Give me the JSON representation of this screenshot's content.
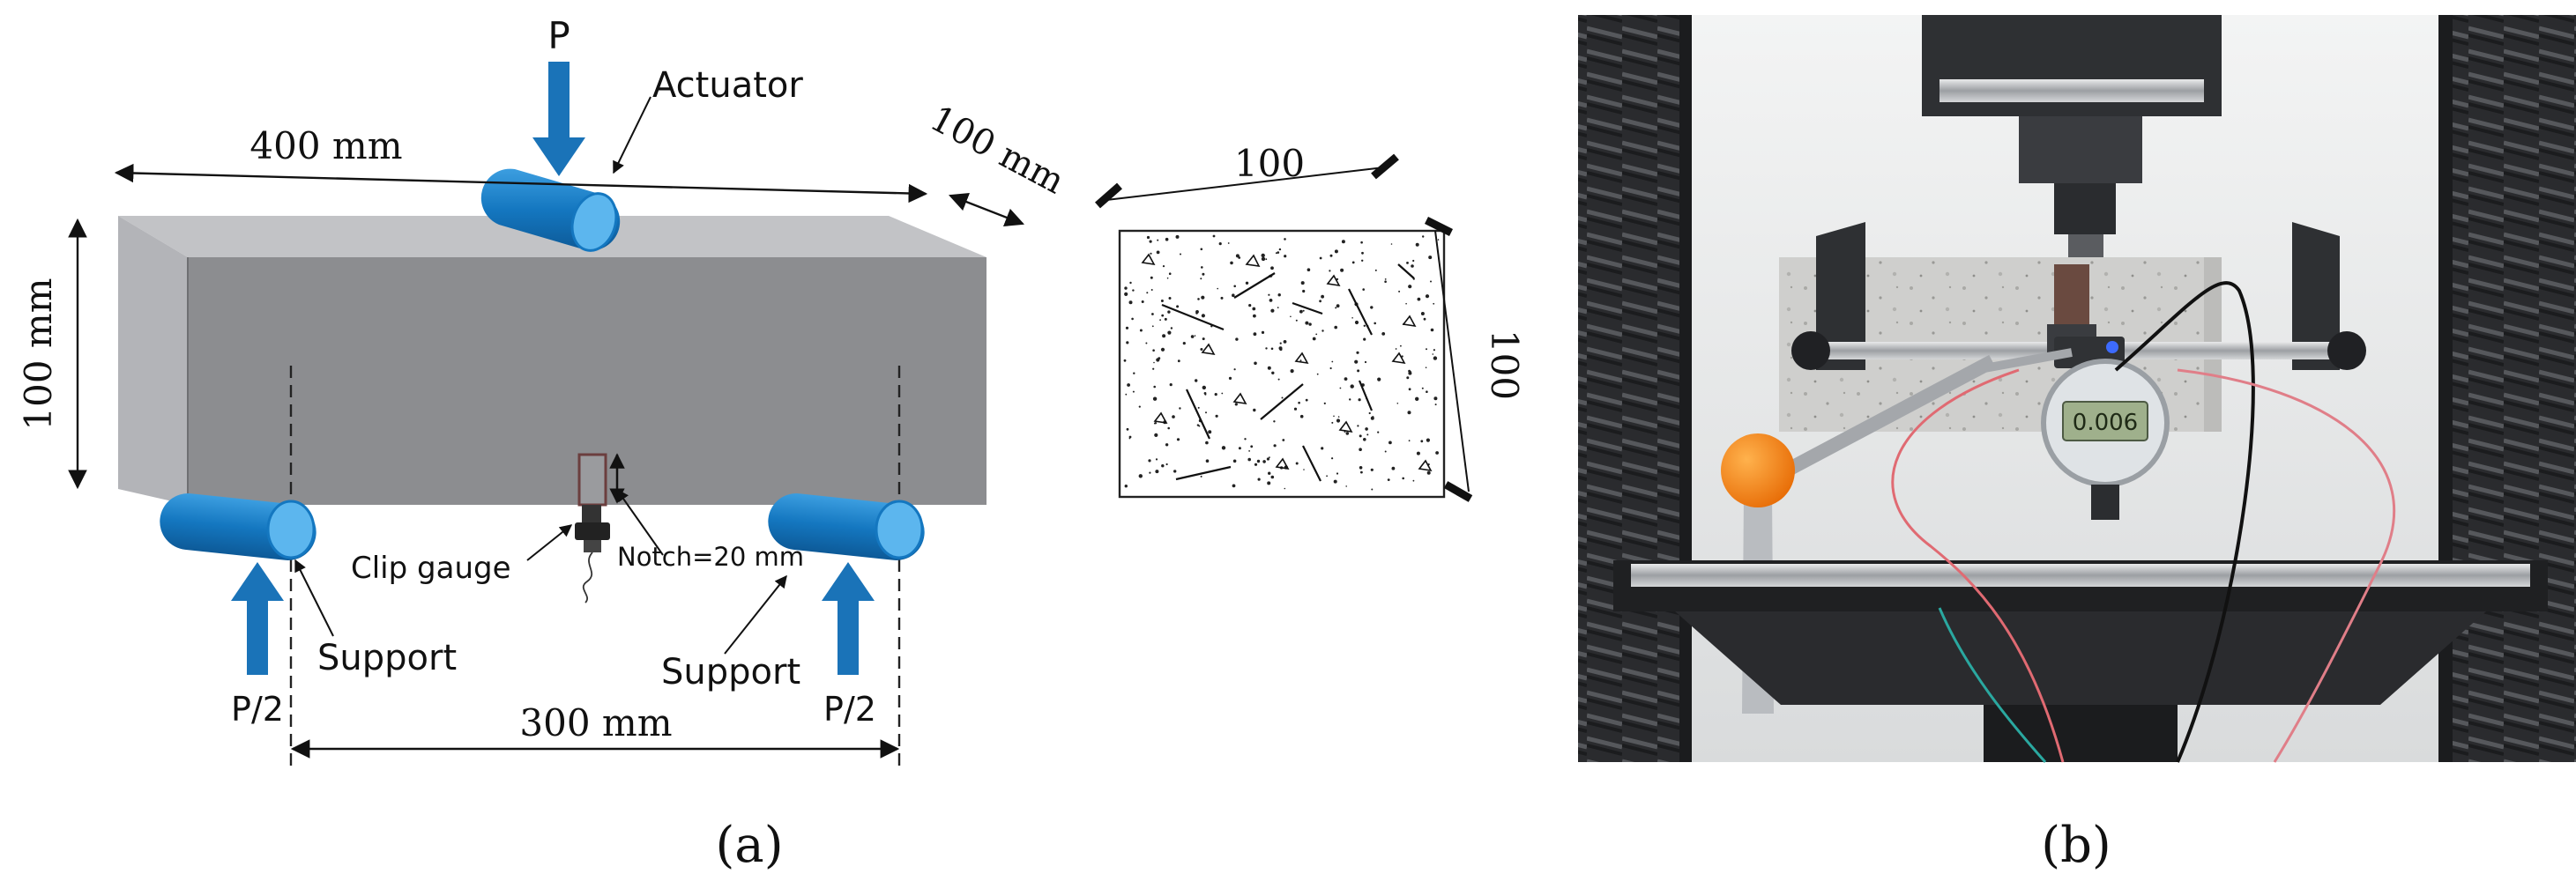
{
  "panel_a": {
    "labels": {
      "load": "P",
      "actuator": "Actuator",
      "length": "400 mm",
      "width": "100 mm",
      "height": "100 mm",
      "section_top": "100",
      "section_side": "100",
      "clip_gauge": "Clip gauge",
      "notch": "Notch=20 mm",
      "support_left": "Support",
      "support_right": "Support",
      "reaction_left": "P/2",
      "reaction_right": "P/2",
      "span": "300 mm"
    },
    "caption": "(a)"
  },
  "panel_b": {
    "gauge_reading": "0.006",
    "caption": "(b)"
  },
  "colors": {
    "beam_front": "#8c8d90",
    "beam_top": "#c2c3c6",
    "beam_side": "#b3b4b8",
    "roller_blue": "#1477c0",
    "roller_end": "#5cb6ee",
    "arrow_blue": "#1a73b8"
  }
}
